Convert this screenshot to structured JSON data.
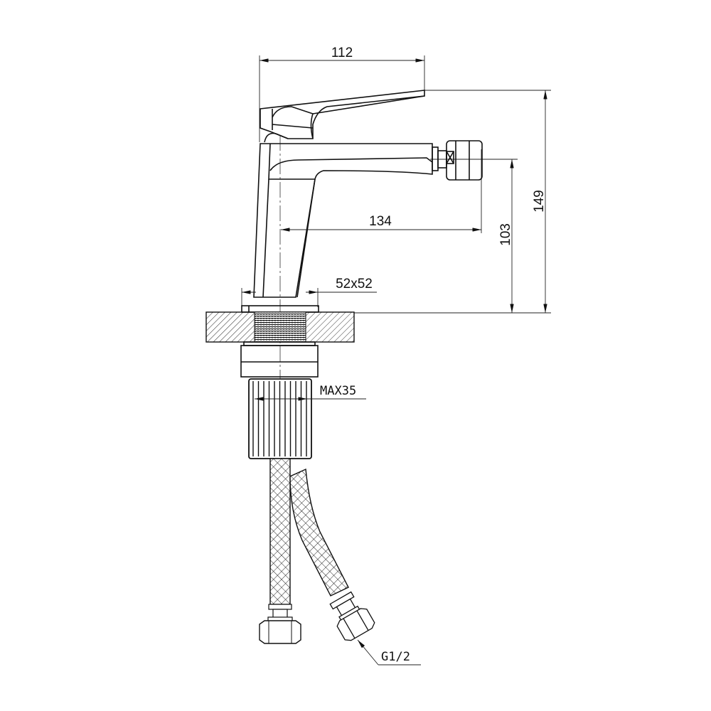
{
  "drawing": {
    "title": "Bidet mixer dimension drawing",
    "dimensions": {
      "width_top": "112",
      "total_height": "149",
      "spout_height": "103",
      "spout_reach": "134",
      "base_size": "52x52",
      "max_deck_thickness": "MAX35",
      "connection_thread": "G1/2"
    },
    "colors": {
      "line": "#111111",
      "background": "#ffffff"
    }
  }
}
